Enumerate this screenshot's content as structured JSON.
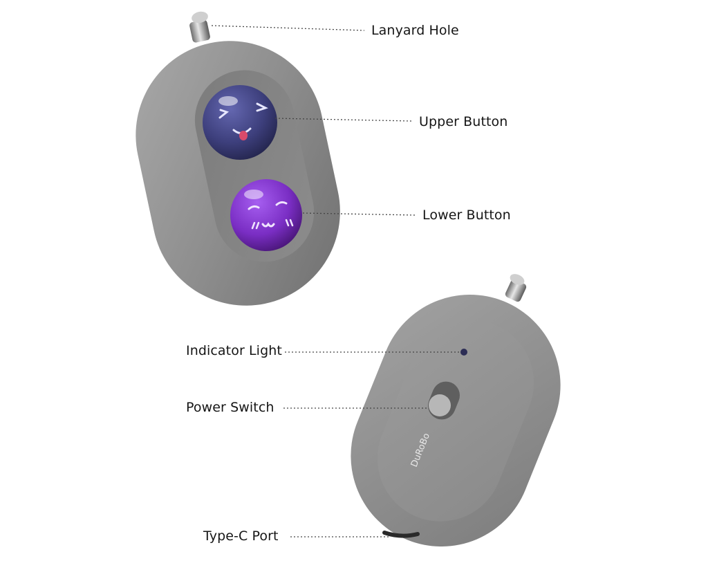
{
  "callouts": {
    "lanyard_hole": "Lanyard Hole",
    "upper_button": "Upper Button",
    "lower_button": "Lower Button",
    "indicator_light": "Indicator Light",
    "power_switch": "Power Switch",
    "type_c_port": "Type-C Port"
  },
  "device": {
    "brand": "DuRoBo",
    "body_color": "#8f8f8f",
    "upper_button_color": "#3d3f7c",
    "lower_button_color": "#7a2ec4",
    "indicator_color": "#2c2d55"
  },
  "emoticons": {
    "upper_eyes": "> <",
    "lower_mouth": "ω"
  }
}
